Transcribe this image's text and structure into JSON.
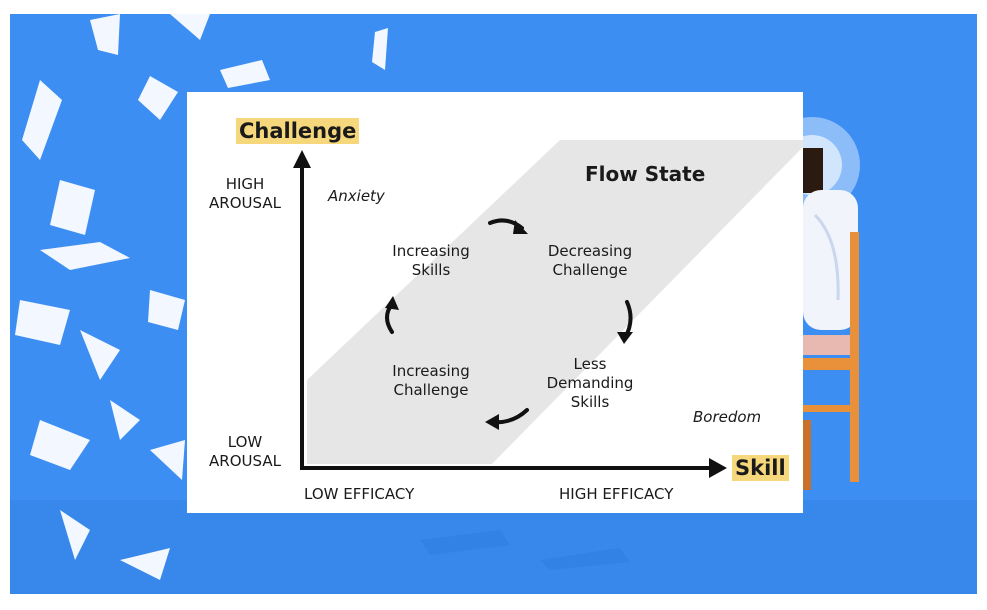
{
  "diagram": {
    "y_axis_title": "Challenge",
    "x_axis_title": "Skill",
    "y_high": [
      "HIGH",
      "AROUSAL"
    ],
    "y_low": [
      "LOW",
      "AROUSAL"
    ],
    "x_low": "LOW EFFICACY",
    "x_high": "HIGH EFFICACY",
    "flow_state": "Flow State",
    "anxiety": "Anxiety",
    "boredom": "Boredom",
    "cycle": [
      [
        "Increasing",
        "Skills"
      ],
      [
        "Decreasing",
        "Challenge"
      ],
      [
        "Less",
        "Demanding",
        "Skills"
      ],
      [
        "Increasing",
        "Challenge"
      ]
    ]
  },
  "colors": {
    "background_blue": "#3c8ef2",
    "band": "#e6e6e6",
    "highlight": "#f6d77b",
    "chair": "#e8913a"
  },
  "icons": [
    "paper-sheet-icon",
    "person-on-chair-illustration",
    "cycle-arrow-icon"
  ]
}
